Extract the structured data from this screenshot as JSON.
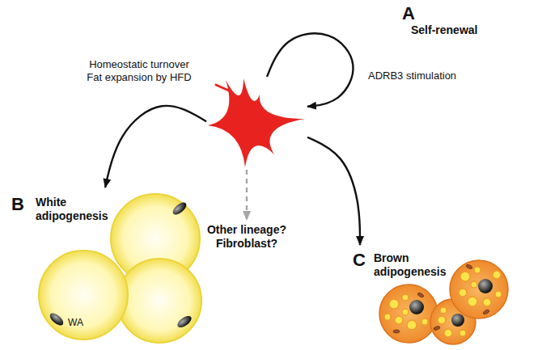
{
  "diagram": {
    "nodes": [
      {
        "text": [
          "A"
        ]
      },
      {
        "text": [
          "B",
          "White adipogenesis",
          "WA"
        ]
      },
      {
        "text": [
          "Other lineage? Fibroblast?"
        ]
      },
      {
        "text": [
          "C",
          "Brown adipogenesis"
        ]
      }
    ],
    "edges": [
      {
        "from": 0,
        "to": 0,
        "arrow": "to",
        "label": "Self-renewal"
      },
      {
        "from": 0,
        "to": 1,
        "arrow": "to",
        "label": "Homeostatic turnover Fat expansion by HFD"
      },
      {
        "from": 0,
        "to": 2,
        "arrow": "to"
      },
      {
        "from": 0,
        "to": 3,
        "arrow": "to",
        "label": "ADRB3 stimulation"
      }
    ]
  }
}
